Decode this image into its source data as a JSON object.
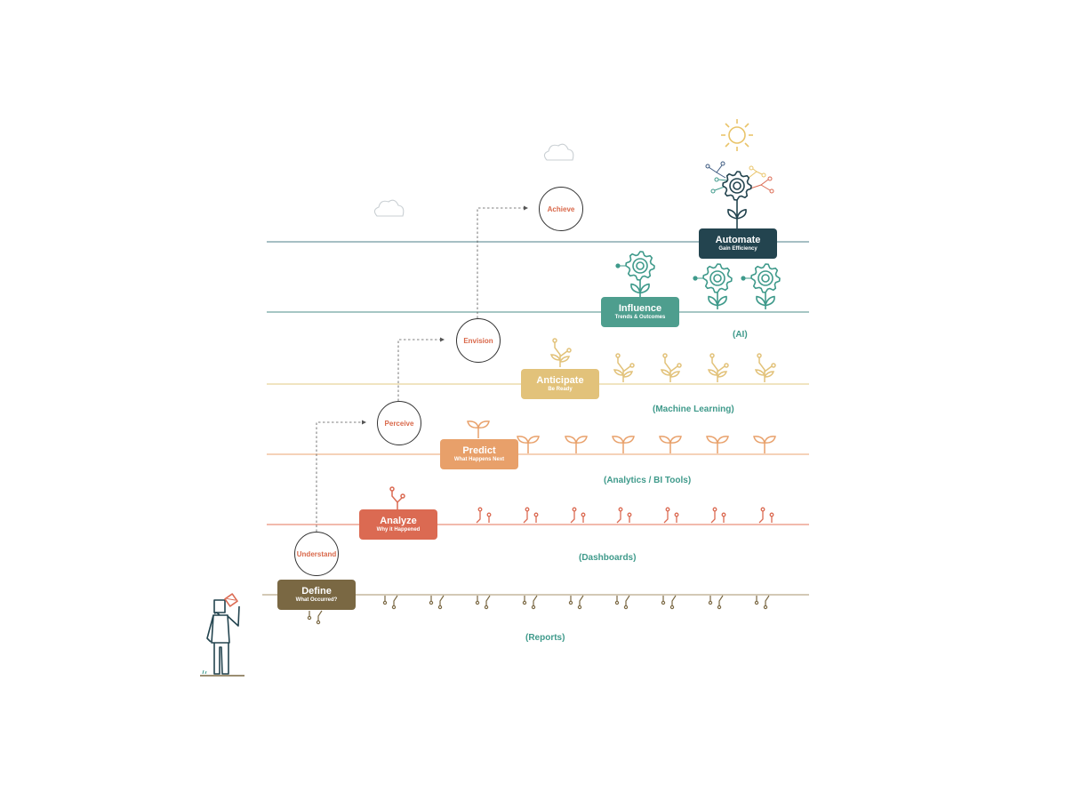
{
  "colors": {
    "define": "#7a6843",
    "analyze": "#db6a52",
    "predict": "#e8a06a",
    "anticipate": "#e2c27a",
    "influence": "#4e9e8e",
    "automate": "#23444f",
    "line_define": "#b9a98b",
    "line_analyze": "#e9917c",
    "line_predict": "#efb78e",
    "line_anticipate": "#e8d39c",
    "line_influence": "#4e8e88",
    "line_automate": "#4c7f8a",
    "circle_text": "#d9684a",
    "category_text": "#3f9a8b",
    "sun": "#e9c46a"
  },
  "stages": [
    {
      "id": "define",
      "title": "Define",
      "subtitle": "What Occurred?"
    },
    {
      "id": "analyze",
      "title": "Analyze",
      "subtitle": "Why it Happened"
    },
    {
      "id": "predict",
      "title": "Predict",
      "subtitle": "What Happens Next"
    },
    {
      "id": "anticipate",
      "title": "Anticipate",
      "subtitle": "Be Ready"
    },
    {
      "id": "influence",
      "title": "Influence",
      "subtitle": "Trends & Outcomes"
    },
    {
      "id": "automate",
      "title": "Automate",
      "subtitle": "Gain Efficiency"
    }
  ],
  "steps": [
    "Understand",
    "Perceive",
    "Envision",
    "Achieve"
  ],
  "categories": [
    "(Reports)",
    "(Dashboards)",
    "(Analytics / BI Tools)",
    "(Machine Learning)",
    "(AI)"
  ],
  "icons": [
    "person-icon",
    "sun-icon",
    "cloud-icon",
    "gear-flower-icon",
    "sprout-icon",
    "seed-icon",
    "root-icon"
  ]
}
